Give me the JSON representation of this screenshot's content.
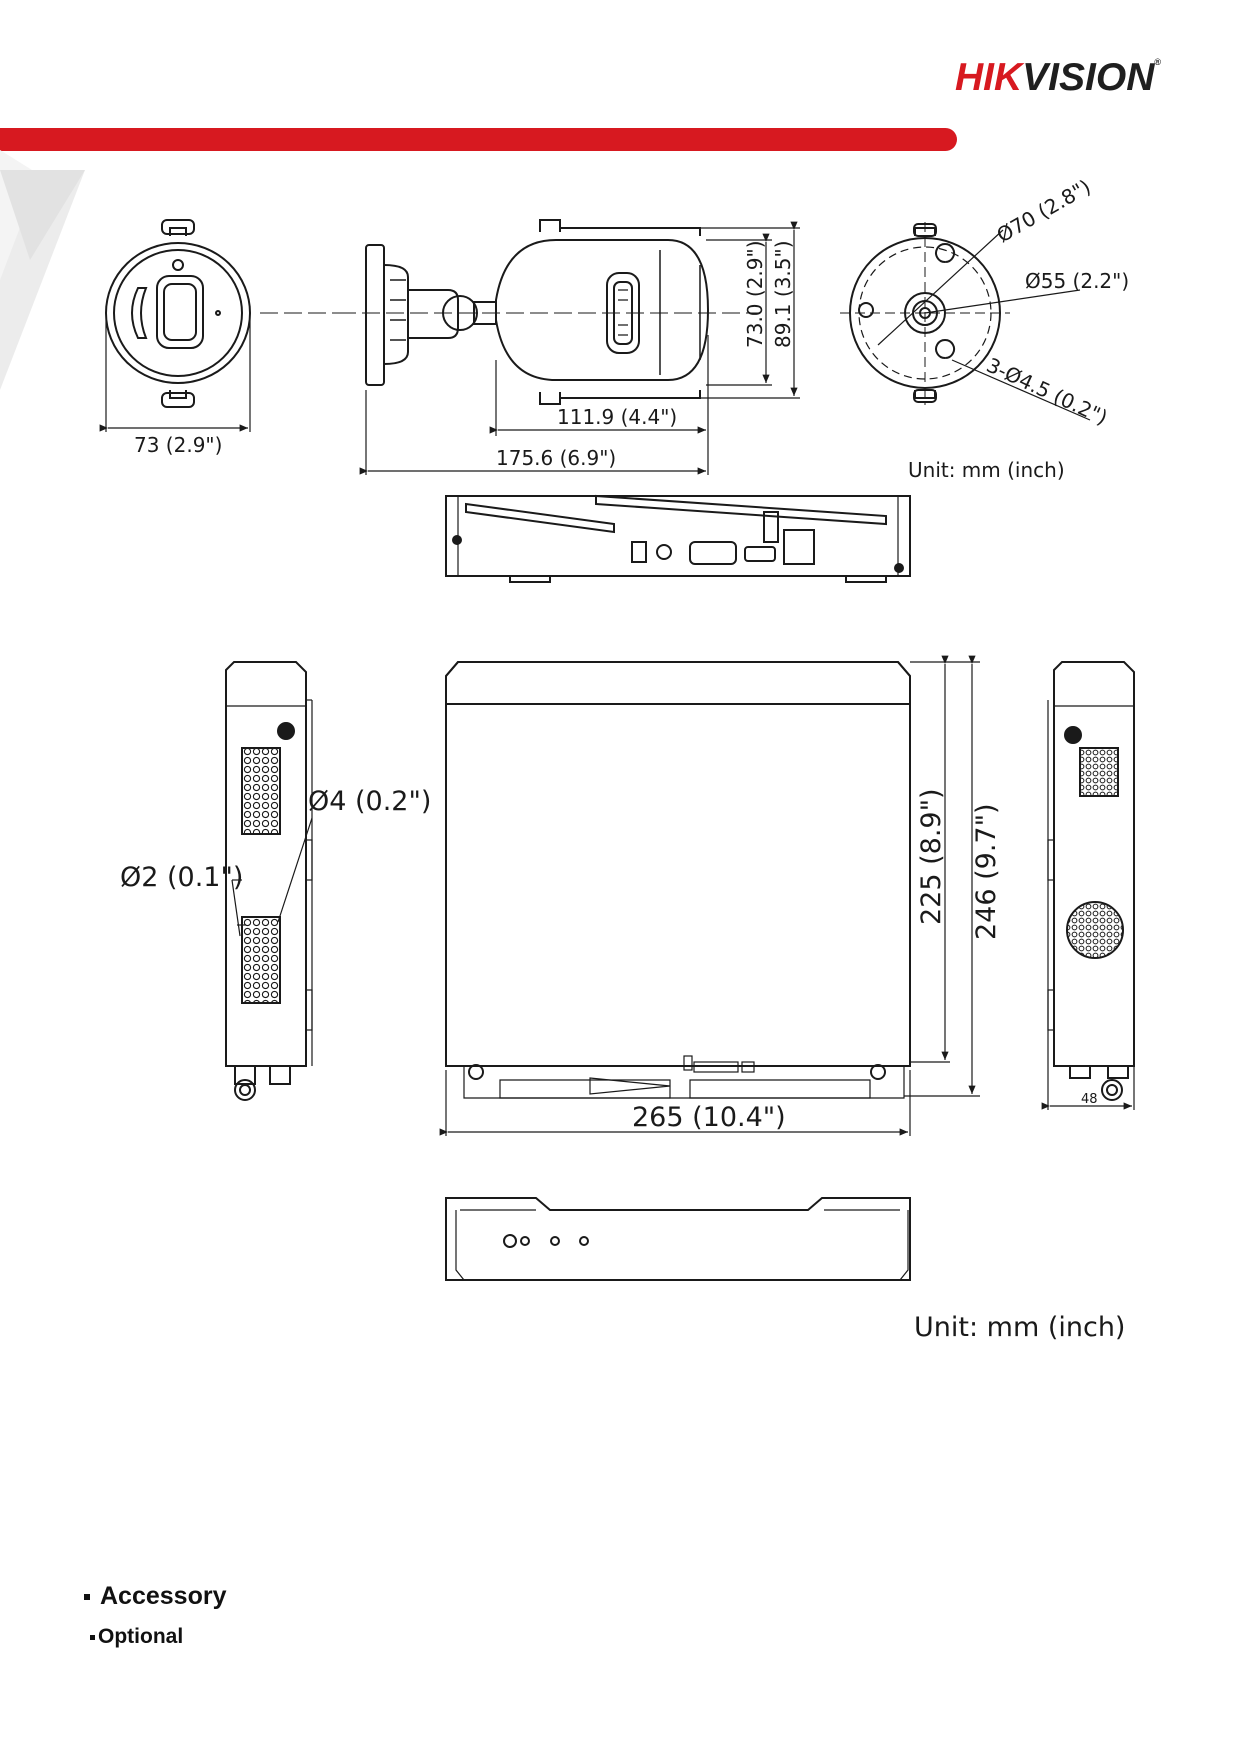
{
  "brand": {
    "logo_red": "HIK",
    "logo_dark": "VISION",
    "mark": "®"
  },
  "colors": {
    "brand_red": "#d71920",
    "line": "#1a1a1a"
  },
  "camera": {
    "width_front": "73 (2.9\")",
    "length_body": "111.9 (4.4\")",
    "length_total": "175.6 (6.9\")",
    "height_body": "73.0 (2.9\")",
    "height_total": "89.1 (3.5\")",
    "dia_outer": "Ø70 (2.8\")",
    "dia_inner": "Ø55 (2.2\")",
    "holes": "3-Ø4.5 (0.2\")",
    "unit": "Unit: mm (inch)"
  },
  "nvr": {
    "hole_large": "Ø4 (0.2\")",
    "hole_small": "Ø2 (0.1\")",
    "depth_body": "225 (8.9\")",
    "depth_total": "246 (9.7\")",
    "width": "265 (10.4\")",
    "height": "48",
    "unit": "Unit: mm (inch)"
  },
  "footer": {
    "accessory": "Accessory",
    "optional": "Optional"
  }
}
